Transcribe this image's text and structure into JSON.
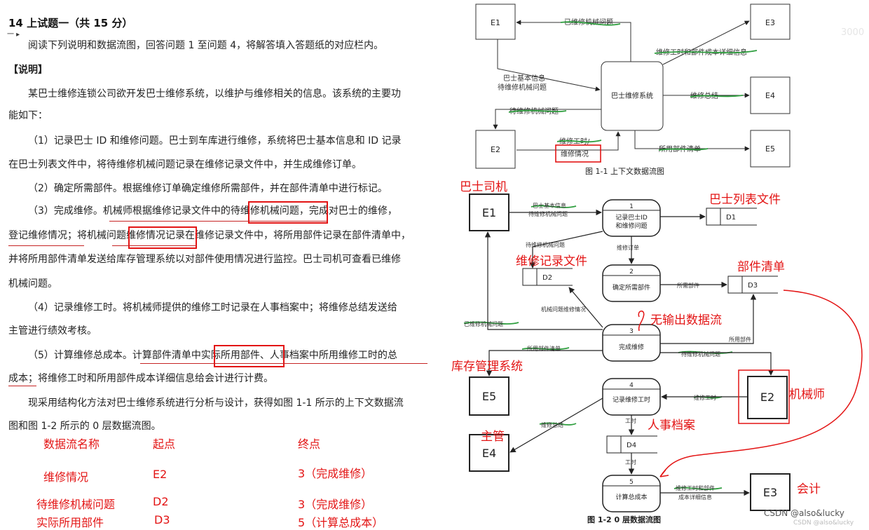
{
  "doc": {
    "title": "14 上试题一（共 15 分）",
    "mark": "一 ▸",
    "intro": "阅读下列说明和数据流图，回答问题 1 至问题 4，将解答填入答题纸的对应栏内。",
    "section": "【说明】",
    "p0a": "某巴士维修连锁公司欲开发巴士维修系统，以维护与维修相关的信息。该系统的主要功",
    "p0b": "能如下：",
    "p1a": "（1）记录巴士 ID 和维修问题。巴士到车库进行维修，系统将巴士基本信息和 ID 记录",
    "p1b": "在巴士列表文件中，将待维修机械问题记录在维修记录文件中，并生成维修订单。",
    "p2": "（2）确定所需部件。根据维修订单确定维修所需部件，并在部件清单中进行标记。",
    "p3a": "（3）完成维修。机械师根据维修记录文件中的待维修机械问题，完成对巴士的维修，",
    "p3b": "登记维修情况；将机械问题维修情况记录在维修记录文件中，将所用部件记录在部件清单中，",
    "p3c": "并将所用部件清单发送给库存管理系统以对部件使用情况进行监控。巴士司机可查看已维修",
    "p3d": "机械问题。",
    "p4a": "（4）记录维修工时。将机械师提供的维修工时记录在人事档案中；将维修总结发送给",
    "p4b": "主管进行绩效考核。",
    "p5a": "（5）计算维修总成本。计算部件清单中实际所用部件、人事档案中所用维修工时的总",
    "p5b": "成本；将维修工时和所用部件成本详细信息给会计进行计费。",
    "p6a": "现采用结构化方法对巴士维修系统进行分析与设计，获得如图 1-1 所示的上下文数据流",
    "p6b": "图和图 1-2 所示的 0 层数据流图。"
  },
  "answers": {
    "headers": [
      "数据流名称",
      "起点",
      "终点"
    ],
    "rows": [
      [
        "维修情况",
        "E2",
        "3（完成维修）"
      ],
      [
        "待维修机械问题",
        "D2",
        "3（完成维修）"
      ],
      [
        "实际所用部件",
        "D3",
        "5（计算总成本）"
      ]
    ]
  },
  "fig1": {
    "entities": [
      "E1",
      "E2",
      "E3",
      "E4",
      "E5"
    ],
    "process": "巴士维修系统",
    "flows": {
      "fixed": "已维修机械问题",
      "info1": "巴士基本信息",
      "info2": "待维修机械问题",
      "pending": "待维修机械问题",
      "hours1": "维修工时/",
      "hours2": "维修情况",
      "cost": "维修工时和部件成本详细信息",
      "summary": "维修总结",
      "parts": "所用部件清单"
    },
    "caption": "图 1-1  上下文数据流图",
    "corner": "3000"
  },
  "fig2": {
    "entities": {
      "e1": "E1",
      "e2": "E2",
      "e3": "E3",
      "e4": "E4",
      "e5": "E5"
    },
    "processes": [
      {
        "num": "1",
        "l1": "记录巴士ID",
        "l2": "和维修问题"
      },
      {
        "num": "2",
        "l1": "确定所需部件",
        "l2": ""
      },
      {
        "num": "3",
        "l1": "完成维修",
        "l2": ""
      },
      {
        "num": "4",
        "l1": "记录维修工时",
        "l2": ""
      },
      {
        "num": "5",
        "l1": "计算总成本",
        "l2": ""
      }
    ],
    "stores": {
      "d1": "D1",
      "d2": "D2",
      "d3": "D3",
      "d4": "D4"
    },
    "flows": {
      "f1a": "巴士基本信息",
      "f1b": "待维修机械问题",
      "pending": "待维修机械问题",
      "order": "维修订单",
      "parts": "所需部件",
      "record": "机械问题维修情况",
      "fixed": "已维修机械问题",
      "used": "所用部件",
      "list": "所用部件清单",
      "pending2": "待维修机械问题",
      "hours": "维修工时",
      "summary": "维修总结",
      "hours_a": "工时",
      "hours_b": "工时",
      "cost1": "维修工时和部件",
      "cost2": "成本详细信息"
    },
    "caption": "图 1-2 0 层数据流图",
    "annot": {
      "driver": "巴士司机",
      "bus_list": "巴士列表文件",
      "repair_file": "维修记录文件",
      "parts_list": "部件清单",
      "no_output": "无输出数据流",
      "inventory": "库存管理系统",
      "mechanic": "机械师",
      "supervisor": "主管",
      "hr_file": "人事档案",
      "accountant": "会计"
    },
    "watermark1": "CSDN @also&lucky",
    "watermark2": "CSDN @also&lucky"
  },
  "colors": {
    "annotation_red": "#e31414",
    "marker_green": "#2e9e3e"
  }
}
